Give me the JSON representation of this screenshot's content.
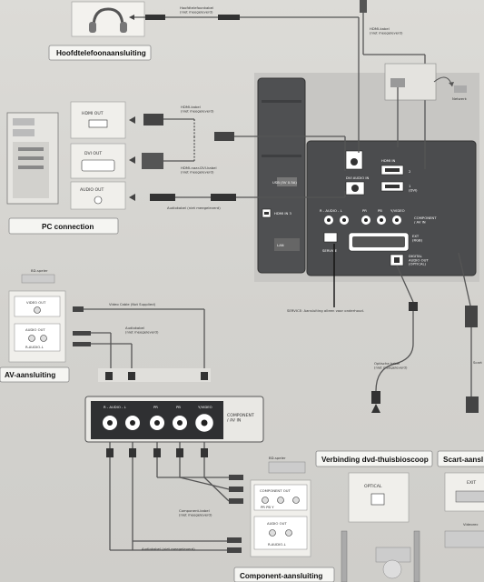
{
  "captions": {
    "headphone": "Hoofdtelefoonaansluiting",
    "pc": "PC connection",
    "av": "AV-aansluiting",
    "component": "Component-aansluiting",
    "dvd_home_theater": "Verbinding dvd-thuisbioscoop",
    "scart": "Scart-aansl"
  },
  "cables": {
    "headphone": "Hoofdtelefoonkabel\n(niet meegeleverd)",
    "hdmi": "HDMI-kabel\n(niet meegeleverd)",
    "hdmi_top": "HDMI-kabel\n(niet meegeleverd)",
    "hdmi_dvi": "HDMI-naar-DVI-kabel\n(niet meegeleverd)",
    "audio_pc": "Audiokabel (niet meegeleverd)",
    "video": "Video Cable (Not Supplied)",
    "audio_av": "Audiokabel\n(niet meegeleverd)",
    "component": "Component-kabel\n(niet meegeleverd)",
    "audio_component": "Audiokabel (niet meegeleverd)",
    "optical": "Optische kabel\n(niet meegeleverd)",
    "scart_side": "Scart",
    "video_rec": "Videorec"
  },
  "pc_ports": {
    "hdmi_out": "HDMI OUT",
    "dvi_out": "DVI OUT",
    "audio_out": "AUDIO OUT"
  },
  "tv_panel": {
    "hdmi_in": "HDMI IN",
    "dvi_audio_in": "DVI AUDIO IN",
    "hdmi_in_3": "HDMI IN 3",
    "port_1_dvi": "1\n(DVI)",
    "port_2": "2",
    "component_av_in": "COMPONENT\n/ AV IN",
    "ext_rgb": "EXT\n(RGB)",
    "digital_audio_out": "DIGITAL\nAUDIO OUT\n(OPTICAL)",
    "service": "SERVICE",
    "audio_r_l": "R - AUDIO - L",
    "pr": "PR",
    "pb": "PB",
    "y_video": "Y/VIDEO",
    "usb": "USB",
    "netwerk": "Netwerk",
    "usb_left": "USB (5V 0.5A)",
    "lan": "LAN"
  },
  "service_note": "SERVICE: Aansluiting alleen voor onderhoud.",
  "devices": {
    "bd_player_top": "BD-speler",
    "bd_player_bottom": "BD-speler",
    "video_out": "VIDEO OUT",
    "audio_out": "AUDIO OUT",
    "r_audio_l": "R-AUDIO-L",
    "component_out": "COMPONENT OUT",
    "pr_pb_y": "PR   PB   Y",
    "optical": "OPTICAL",
    "exit": "EXIT"
  },
  "enlarged_panel": {
    "audio": "R - AUDIO - L",
    "pr": "PR",
    "pb": "PB",
    "y_video": "Y/VIDEO",
    "label": "COMPONENT\n/ AV IN"
  }
}
